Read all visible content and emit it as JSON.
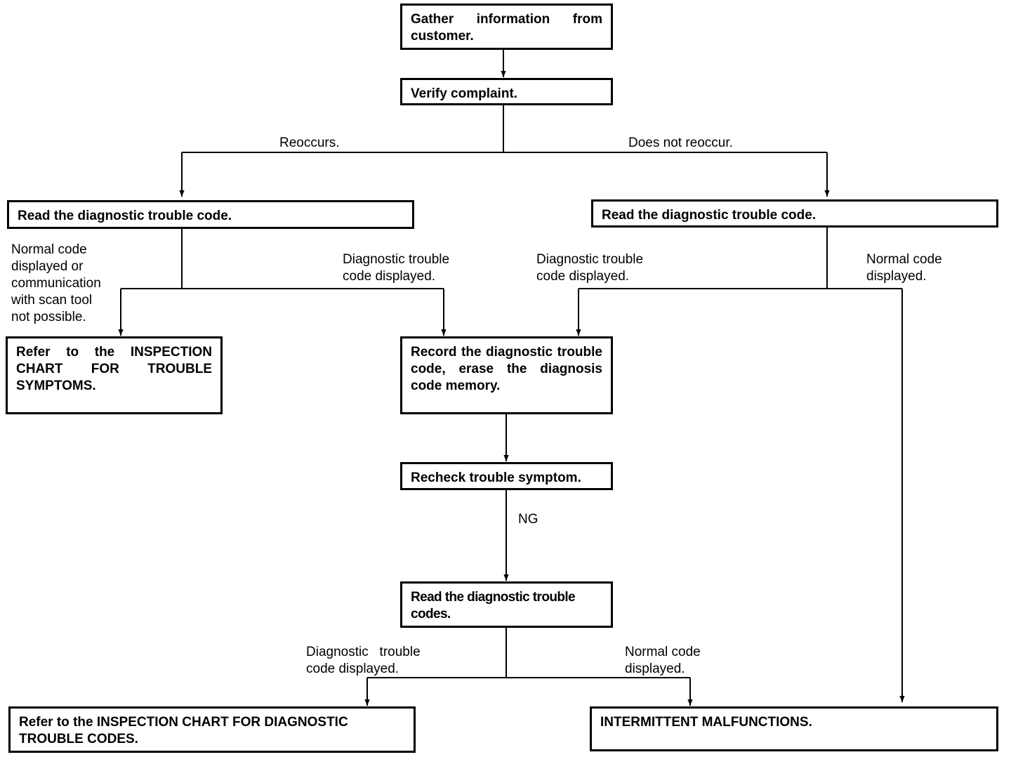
{
  "flowchart": {
    "nodes": {
      "gather": "Gather information from customer.",
      "verify": "Verify complaint.",
      "read_left": "Read the diagnostic trouble code.",
      "read_right": "Read the diagnostic trouble code.",
      "refer_symptoms": "Refer to the INSPECTION CHART FOR TROUBLE SYMPTOMS.",
      "record": "Record the diagnostic trouble code, erase the diagnosis code memory.",
      "recheck": "Recheck trouble symptom.",
      "read_codes": "Read the diagnostic trouble codes.",
      "refer_codes": "Refer to the INSPECTION CHART FOR DIAGNOSTIC TROUBLE CODES.",
      "intermittent": "INTERMITTENT MALFUNCTIONS."
    },
    "labels": {
      "reoccurs": "Reoccurs.",
      "does_not_reoccur": "Does not reoccur.",
      "normal_or_no_comm": "Normal code\ndisplayed or\ncommunication\nwith scan tool\nnot possible.",
      "dtc_displayed_left": "Diagnostic trouble\ncode displayed.",
      "dtc_displayed_right": "Diagnostic trouble\ncode displayed.",
      "normal_displayed_right": "Normal code\ndisplayed.",
      "ng": "NG",
      "dtc_displayed_bottom": "Diagnostic   trouble\ncode displayed.",
      "normal_displayed_bottom": "Normal code\ndisplayed."
    }
  }
}
